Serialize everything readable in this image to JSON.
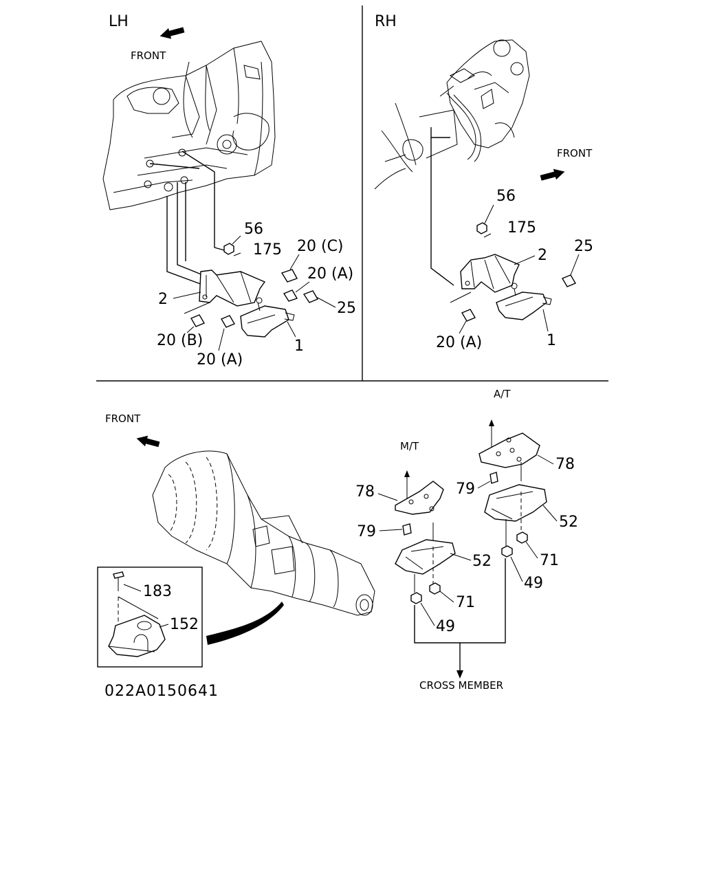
{
  "panels": {
    "lh": {
      "title": "LH",
      "front": "FRONT",
      "callouts": [
        "56",
        "175",
        "20 (C)",
        "20 (A)",
        "25",
        "2",
        "1",
        "20 (B)",
        "20 (A)"
      ]
    },
    "rh": {
      "title": "RH",
      "front": "FRONT",
      "callouts": [
        "56",
        "175",
        "2",
        "25",
        "1",
        "20 (A)"
      ]
    },
    "bottom": {
      "front": "FRONT",
      "at_label": "A/T",
      "mt_label": "M/T",
      "inset_callouts": [
        "183",
        "152"
      ],
      "mt_callouts": [
        "78",
        "79",
        "52",
        "71",
        "49"
      ],
      "at_callouts": [
        "78",
        "79",
        "52",
        "71",
        "49"
      ],
      "cross_member": "CROSS MEMBER"
    }
  },
  "diagram_code": "022A0150641",
  "icons": {
    "front_arrow": "arrow-icon"
  }
}
